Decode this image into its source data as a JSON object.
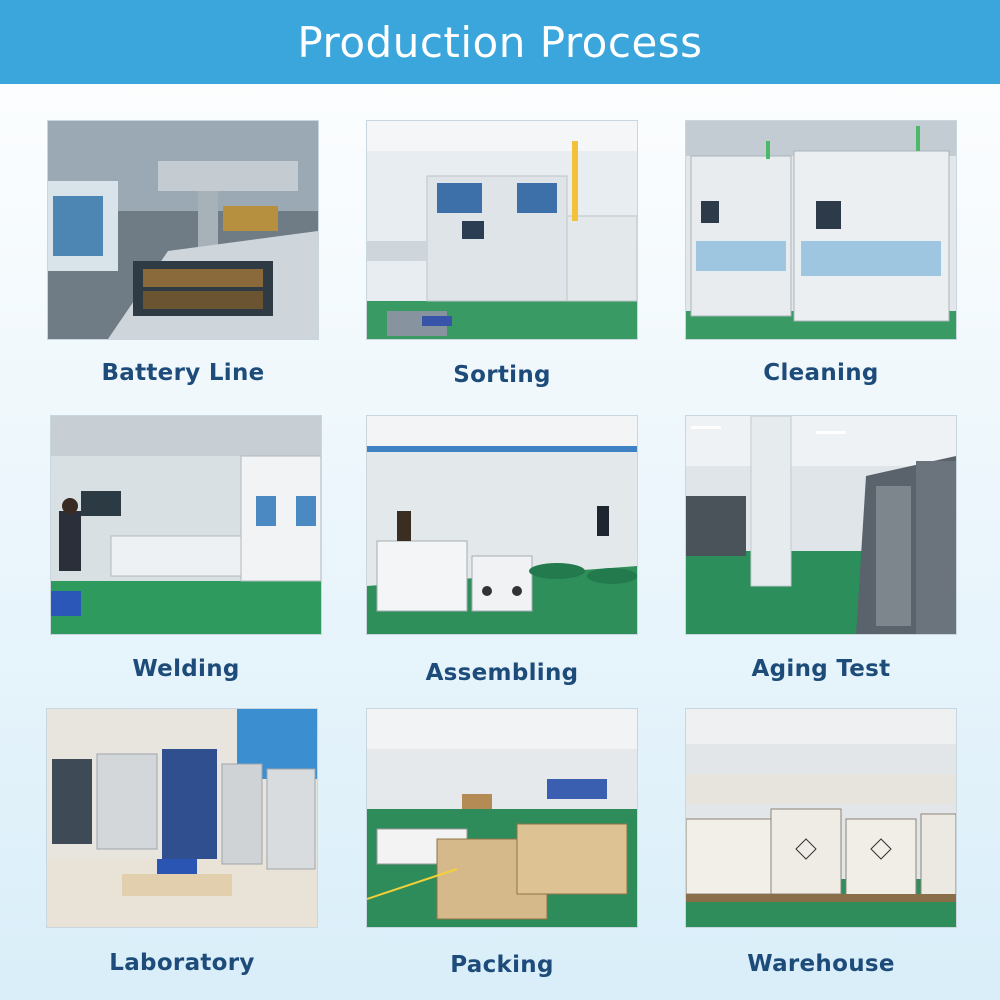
{
  "header": {
    "title": "Production Process"
  },
  "steps": [
    {
      "label": "Battery Line",
      "photo_icon": "battery-line-photo"
    },
    {
      "label": "Sorting",
      "photo_icon": "sorting-photo"
    },
    {
      "label": "Cleaning",
      "photo_icon": "cleaning-photo"
    },
    {
      "label": "Welding",
      "photo_icon": "welding-photo"
    },
    {
      "label": "Assembling",
      "photo_icon": "assembling-photo"
    },
    {
      "label": "Aging Test",
      "photo_icon": "aging-test-photo"
    },
    {
      "label": "Laboratory",
      "photo_icon": "laboratory-photo"
    },
    {
      "label": "Packing",
      "photo_icon": "packing-photo"
    },
    {
      "label": "Warehouse",
      "photo_icon": "warehouse-photo"
    }
  ],
  "colors": {
    "banner": "#3aa6dc",
    "caption": "#1d4c7a",
    "factory_floor": "#2f8f5c",
    "machine": "#e9ecef"
  }
}
